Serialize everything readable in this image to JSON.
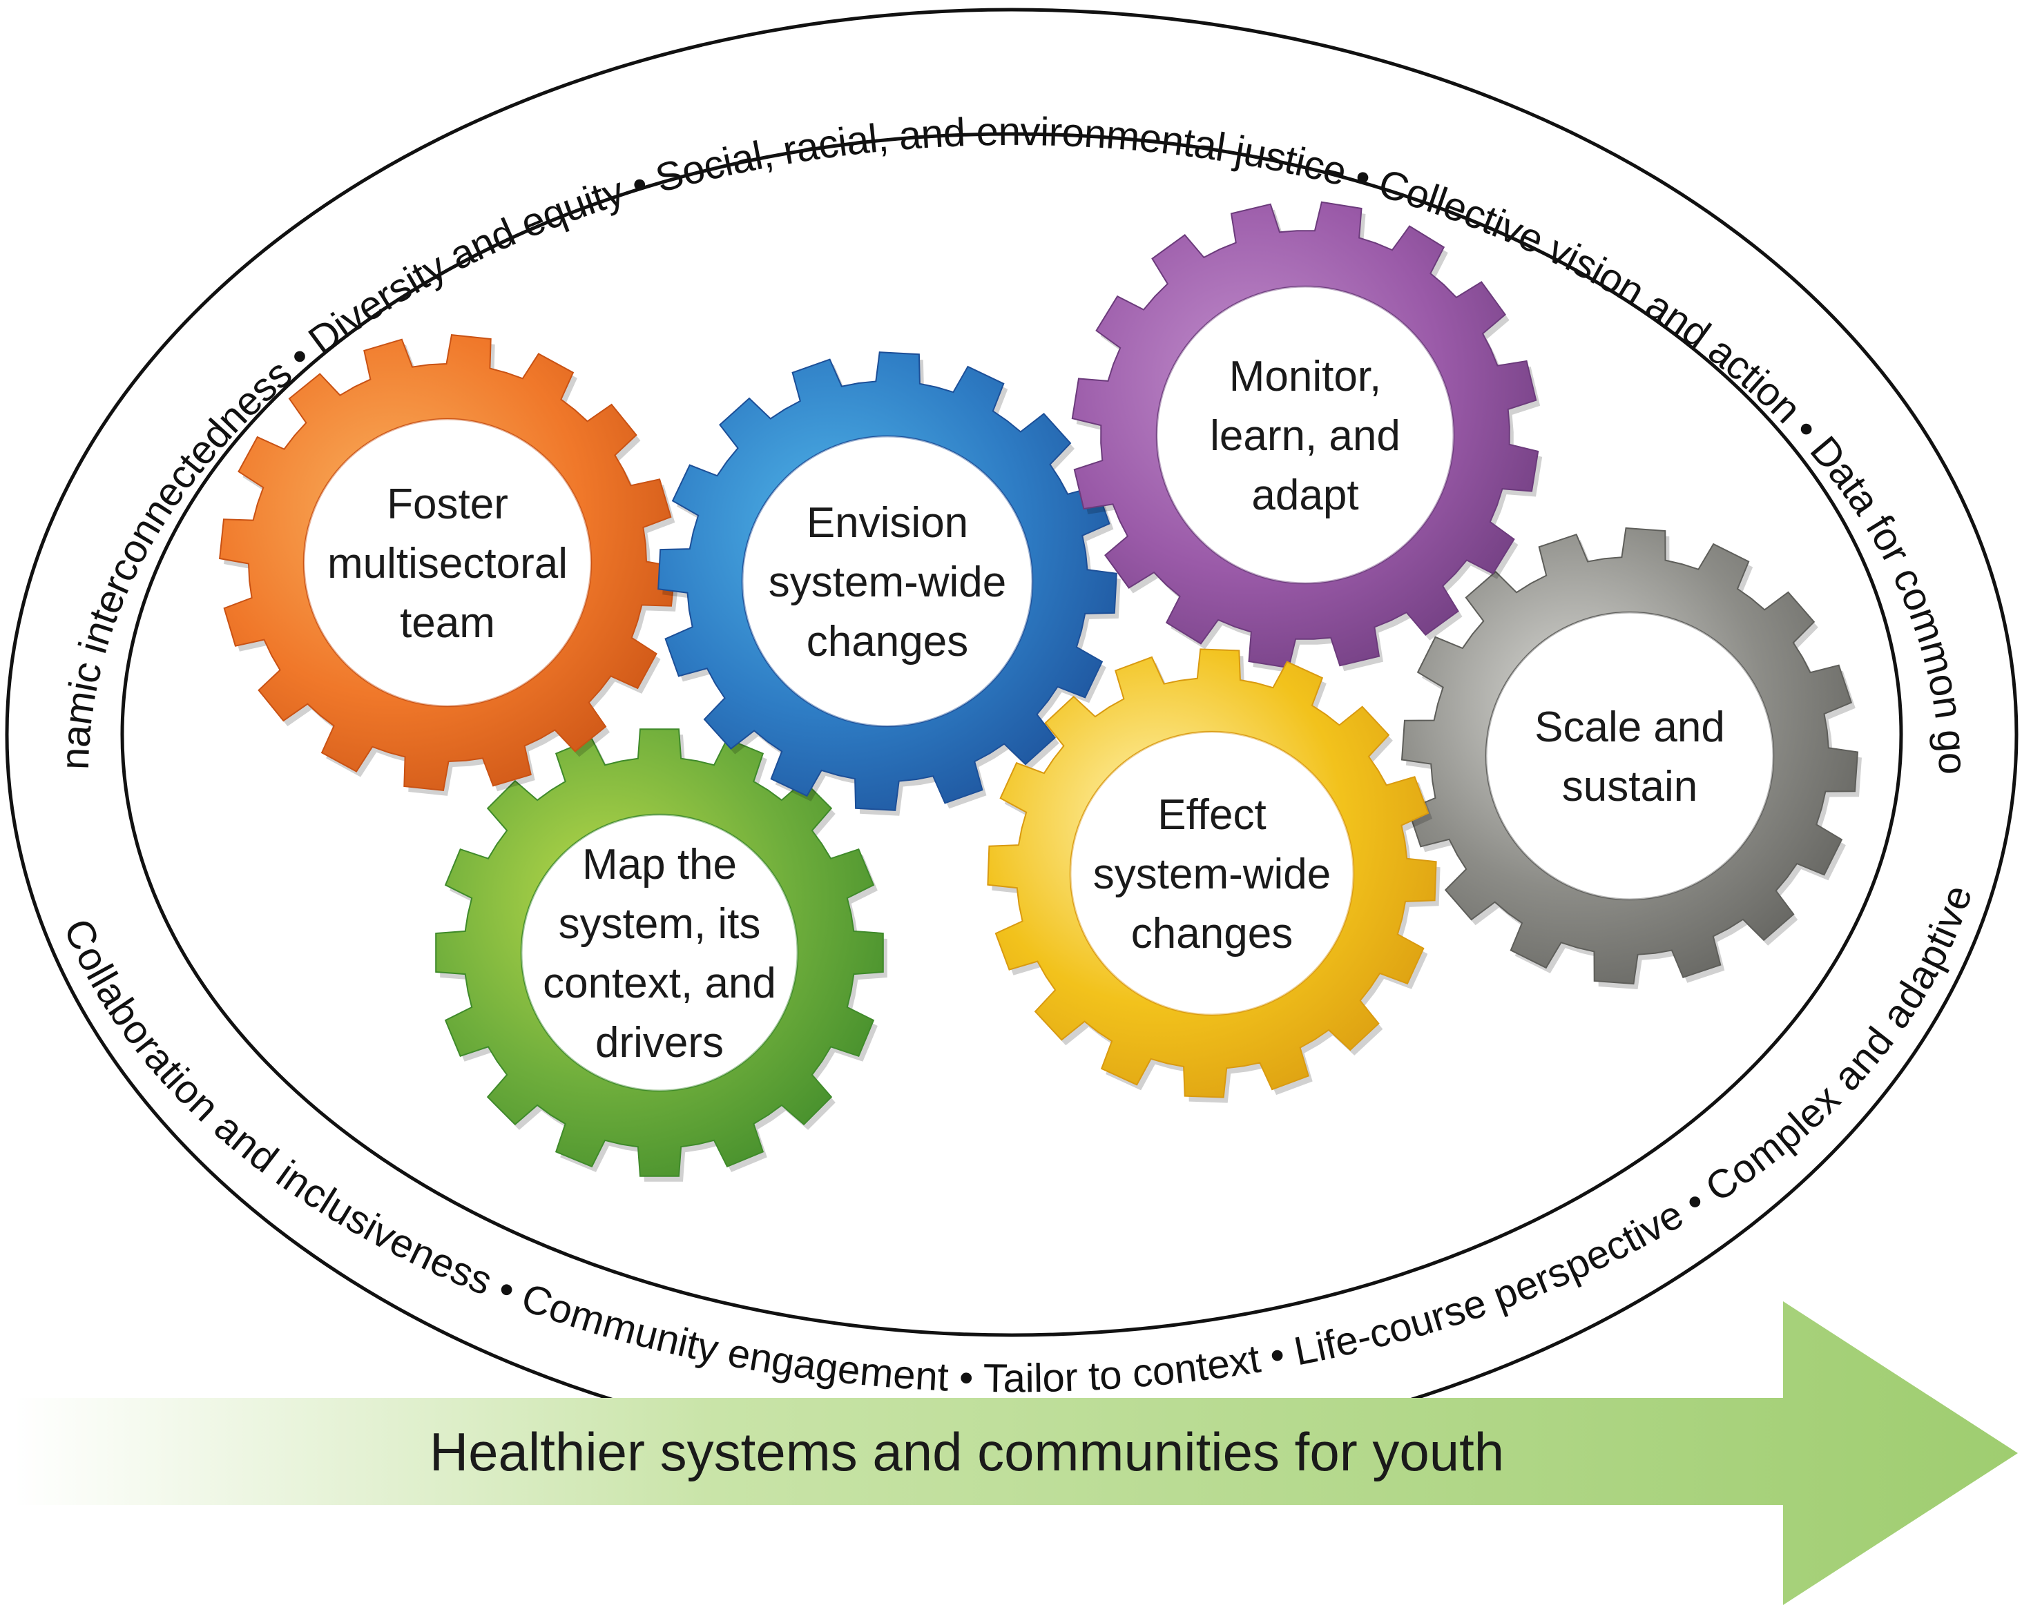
{
  "principles_ring": {
    "top_arc_text": "Dynamic interconnectedness • Diversity and equity • Social, racial, and environmental justice • Collective vision and action • Data for common good",
    "bottom_arc_text": "Collaboration and inclusiveness • Community engagement • Tailor to context • Life-course perspective • Complex and adaptive"
  },
  "gears": [
    {
      "id": "foster",
      "lines": [
        "Foster",
        "multisectoral",
        "team"
      ],
      "color": "#f0782a",
      "light": "#f9ae5c",
      "dark": "#c95214"
    },
    {
      "id": "envision",
      "lines": [
        "Envision",
        "system-wide",
        "changes"
      ],
      "color": "#2e7cc4",
      "light": "#4fb3e8",
      "dark": "#1c4f98"
    },
    {
      "id": "monitor",
      "lines": [
        "Monitor,",
        "learn, and",
        "adapt"
      ],
      "color": "#9a5aa8",
      "light": "#c08ccb",
      "dark": "#6c3b7c"
    },
    {
      "id": "map",
      "lines": [
        "Map the",
        "system, its",
        "context, and",
        "drivers"
      ],
      "color": "#6fae3c",
      "light": "#b8d94a",
      "dark": "#3f8a2a"
    },
    {
      "id": "effect",
      "lines": [
        "Effect",
        "system-wide",
        "changes"
      ],
      "color": "#f2c21c",
      "light": "#fff3b0",
      "dark": "#d99a10"
    },
    {
      "id": "scale",
      "lines": [
        "Scale and",
        "sustain"
      ],
      "color": "#8c8c87",
      "light": "#d8d8d4",
      "dark": "#5e5e5a"
    }
  ],
  "outcome_arrow": {
    "label": "Healthier systems and communities for youth",
    "color": "#a6d07a"
  }
}
